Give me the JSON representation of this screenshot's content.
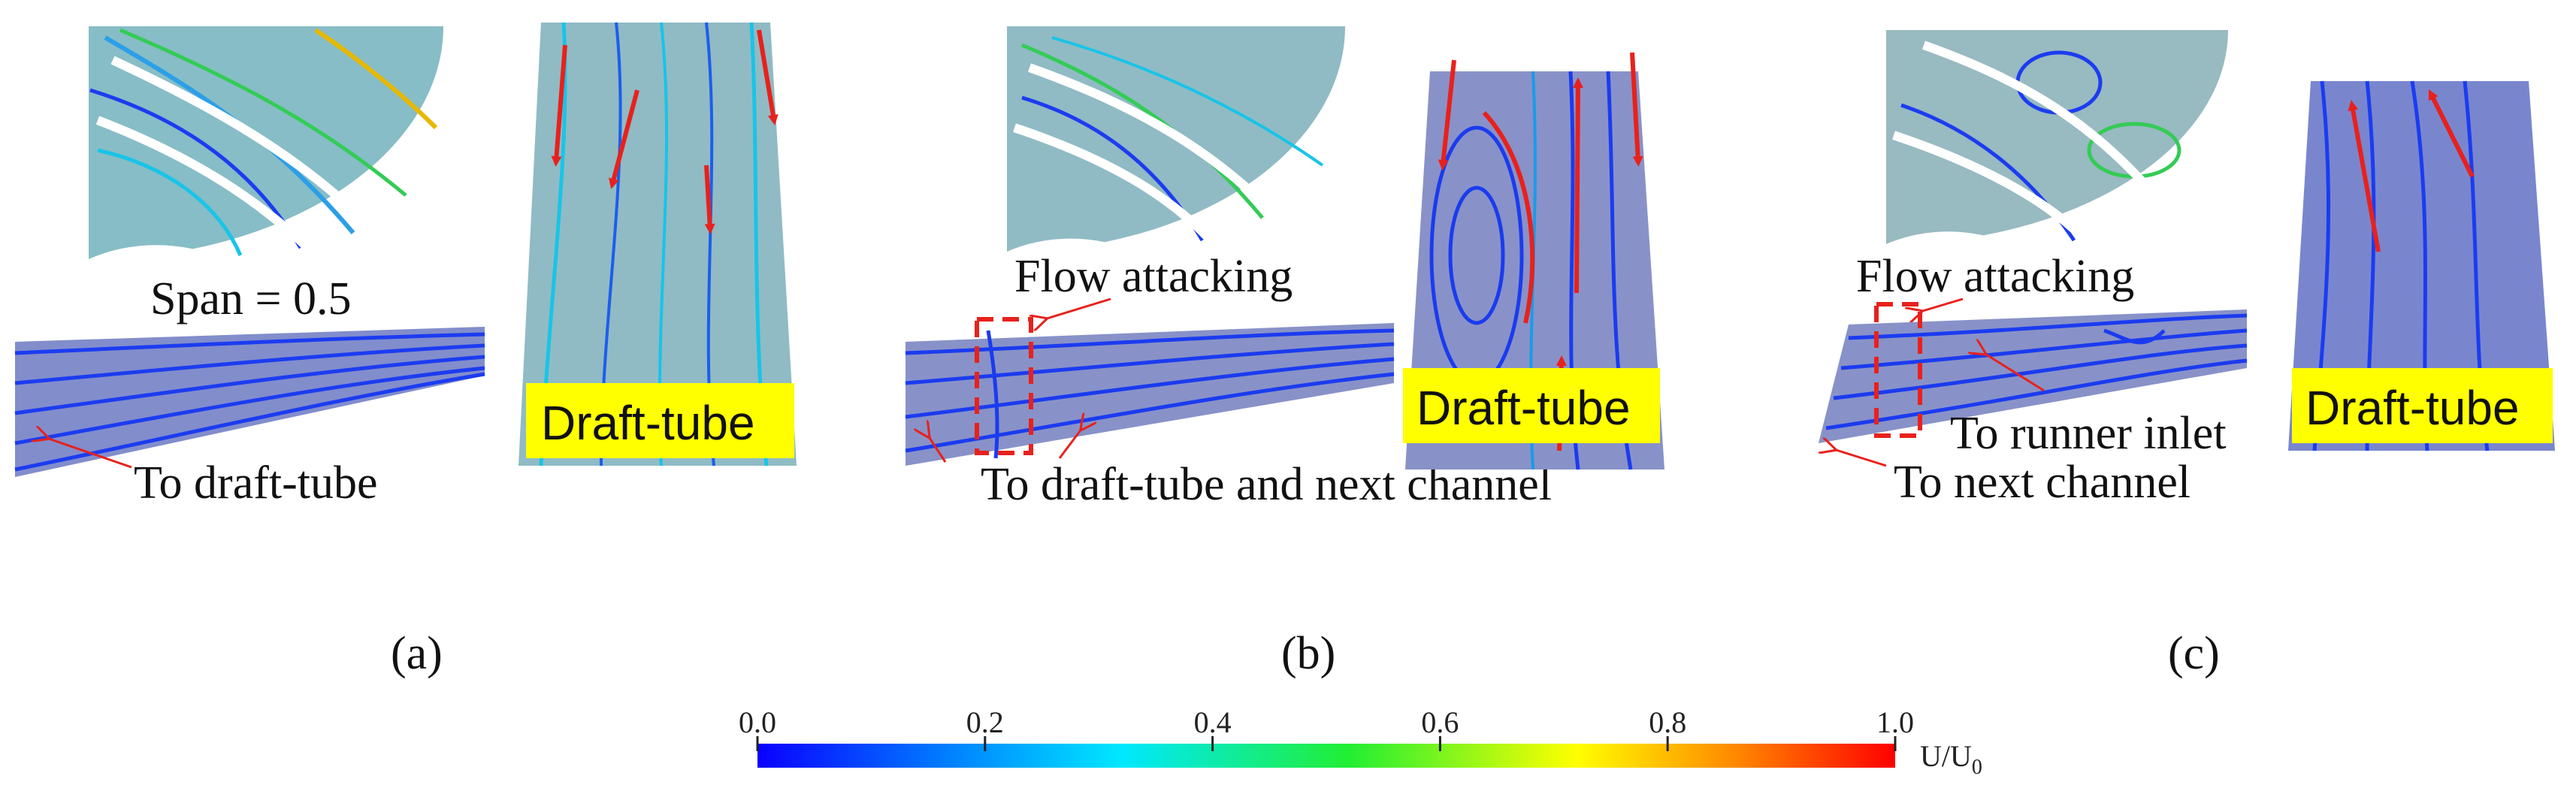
{
  "panels": [
    {
      "id": "a",
      "letter": "(a)"
    },
    {
      "id": "b",
      "letter": "(b)"
    },
    {
      "id": "c",
      "letter": "(c)"
    }
  ],
  "annotations": {
    "span": "Span = 0.5",
    "to_draft_tube": "To draft-tube",
    "flow_attacking_b": "Flow attacking",
    "to_draft_tube_next": "To draft-tube and next channel",
    "flow_attacking_c": "Flow attacking",
    "to_runner_inlet": "To runner inlet",
    "to_next_channel": "To next channel",
    "draft_tube_label": "Draft-tube"
  },
  "colorbar": {
    "ticks": [
      "0.0",
      "0.2",
      "0.4",
      "0.6",
      "0.8",
      "1.0"
    ],
    "unit_main": "U/U",
    "unit_sub": "0",
    "min": 0.0,
    "max": 1.0
  },
  "colors": {
    "callout": "#e8211c",
    "label_box": "#ffff00",
    "domain_gray": "#b8b8b8",
    "streamline_blue": "#1c3cf0",
    "streamline_cyan": "#19c4e8",
    "streamline_green": "#33cc44"
  }
}
